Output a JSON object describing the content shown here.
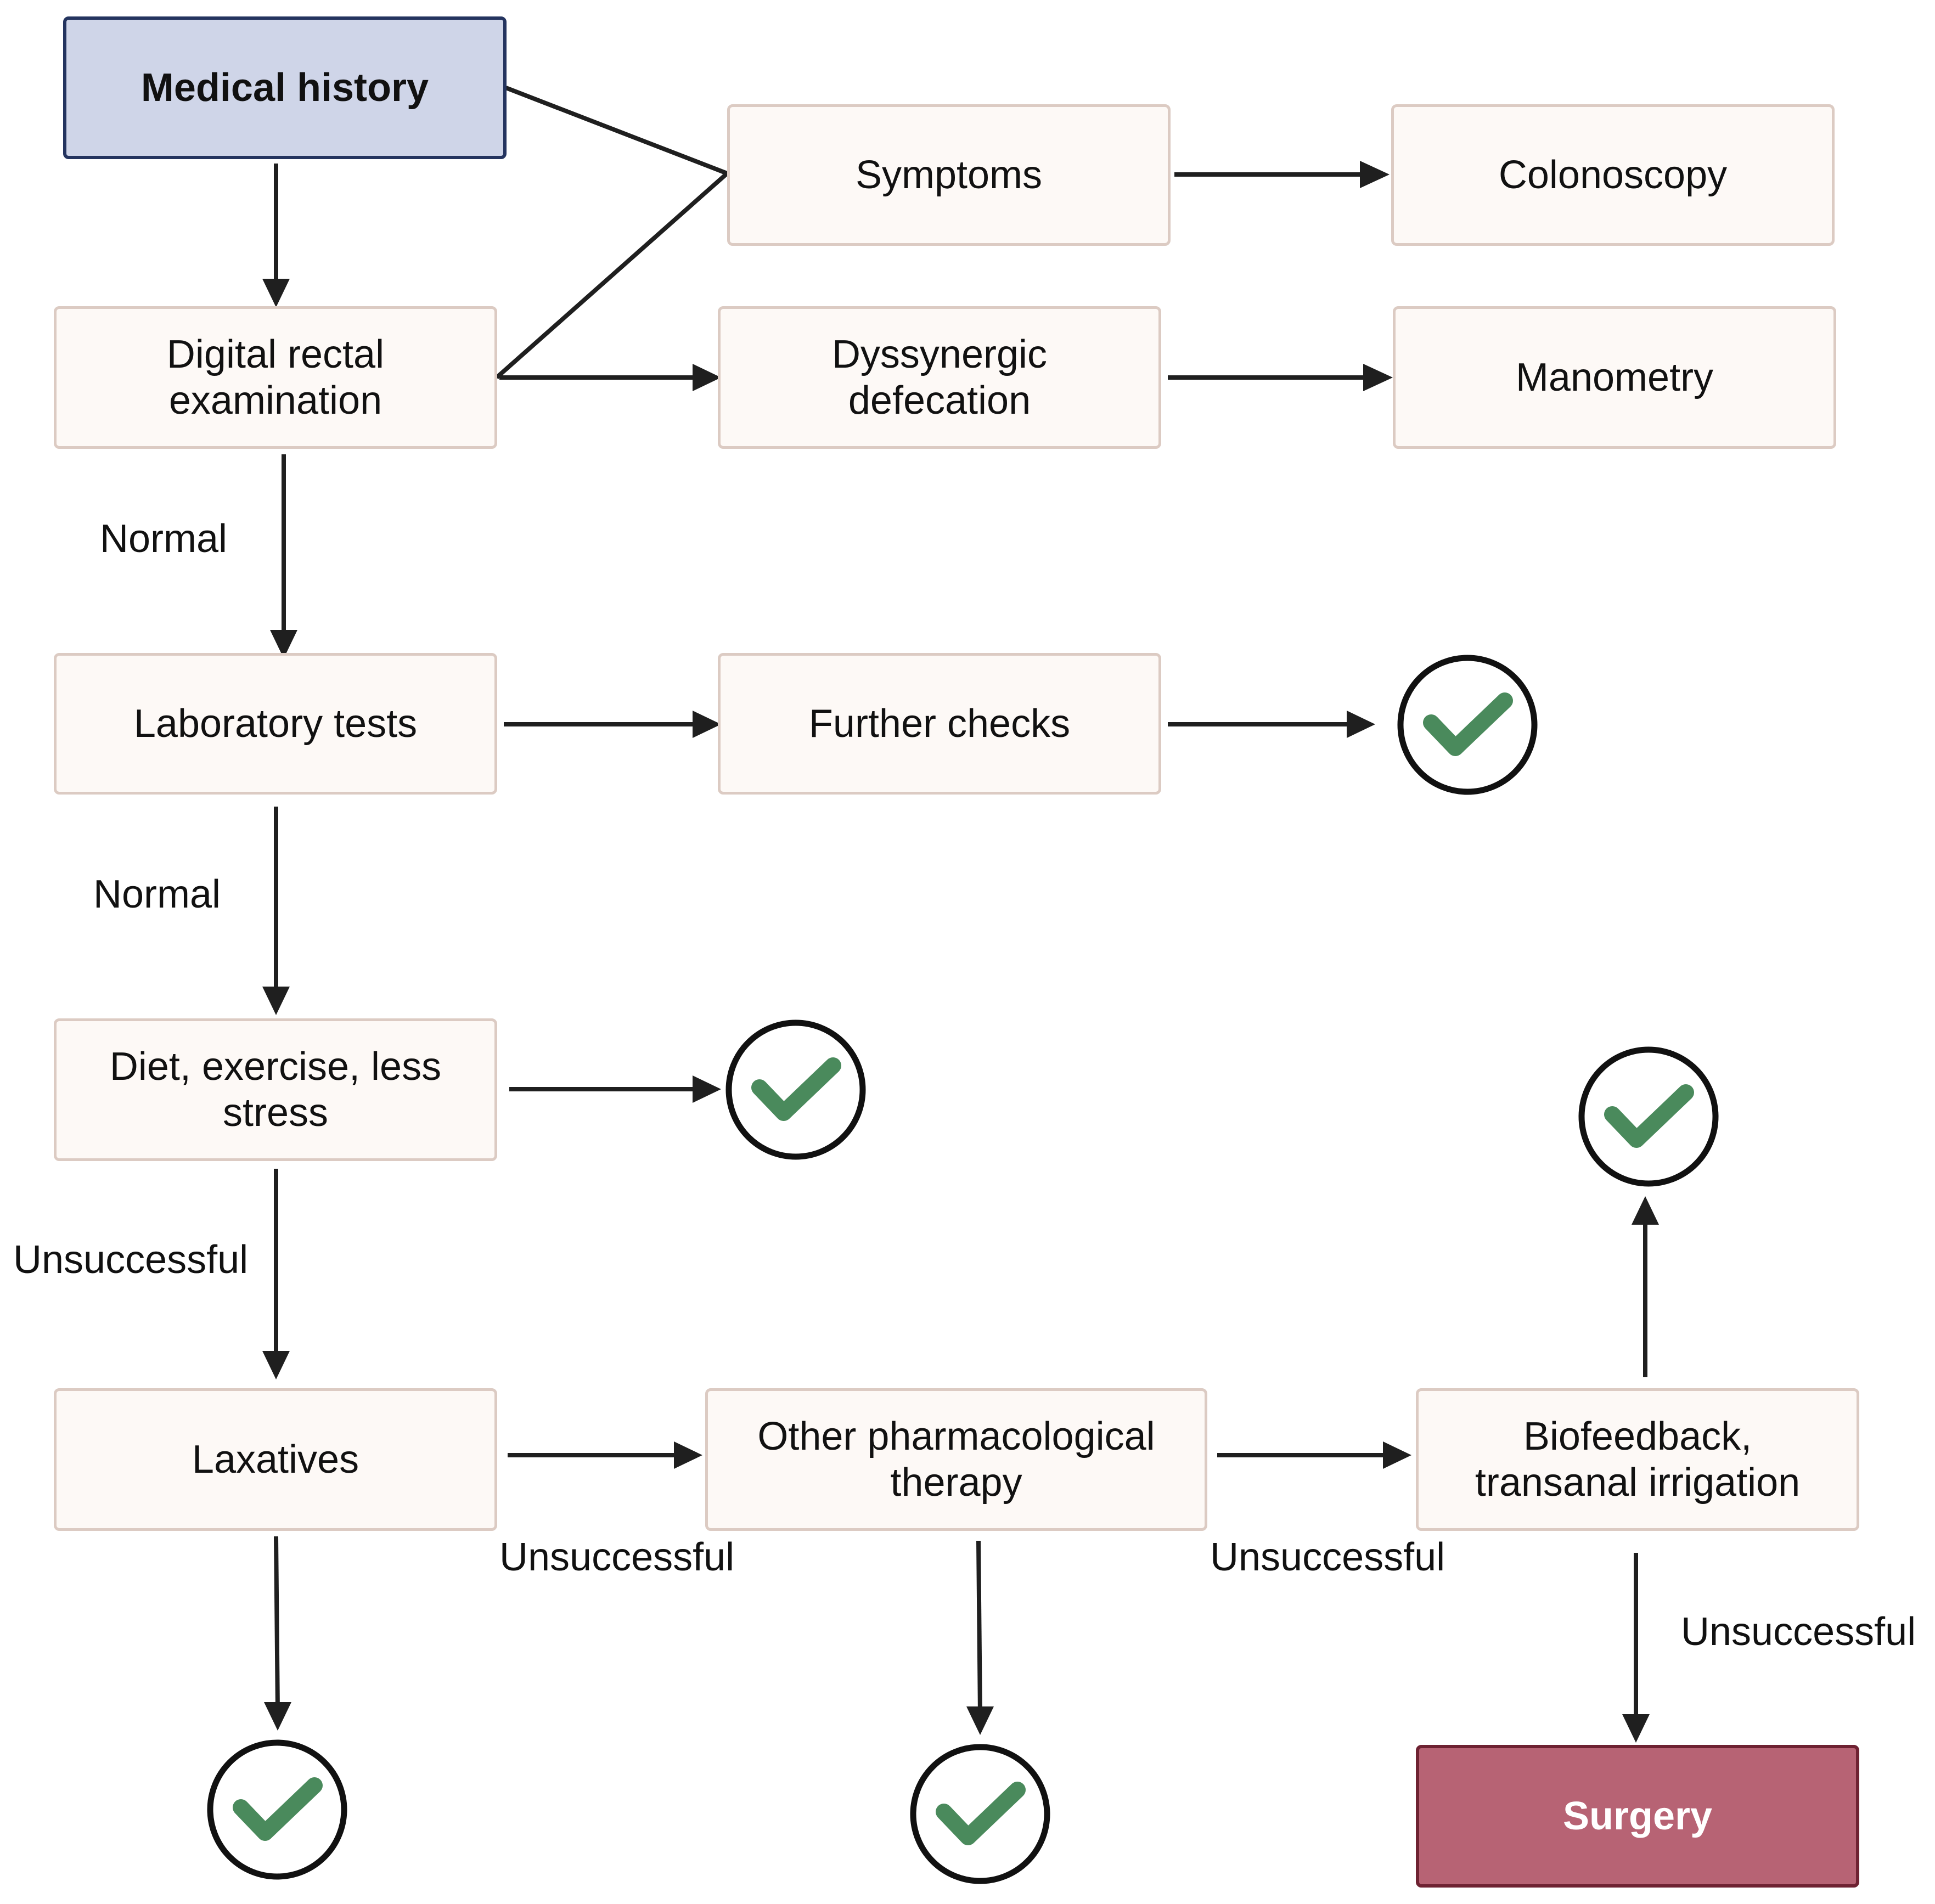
{
  "nodes": {
    "medical_history": "Medical history",
    "symptoms": "Symptoms",
    "colonoscopy": "Colonoscopy",
    "digital_rectal_examination": "Digital rectal examination",
    "dyssynergic_defecation": "Dyssynergic defecation",
    "manometry": "Manometry",
    "laboratory_tests": "Laboratory tests",
    "further_checks": "Further checks",
    "diet_exercise": "Diet, exercise, less stress",
    "laxatives": "Laxatives",
    "other_pharmacological_therapy": "Other pharmacological therapy",
    "biofeedback": "Biofeedback, transanal irrigation",
    "surgery": "Surgery"
  },
  "edge_labels": {
    "dre_to_lab": "Normal",
    "lab_to_diet": "Normal",
    "diet_to_laxatives": "Unsuccessful",
    "laxatives_to_other": "Unsuccessful",
    "other_to_biofeedback": "Unsuccessful",
    "biofeedback_to_surgery": "Unsuccessful"
  },
  "icons": {
    "success": "check-circle-icon"
  },
  "colors": {
    "start_fill": "#cfd5e8",
    "start_border": "#24345f",
    "node_fill": "#fdf9f6",
    "node_border": "#dccbc3",
    "end_fill": "#b76374",
    "end_border": "#6e2232",
    "check_green": "#4a8a5c",
    "arrow": "#1f1f1f"
  }
}
